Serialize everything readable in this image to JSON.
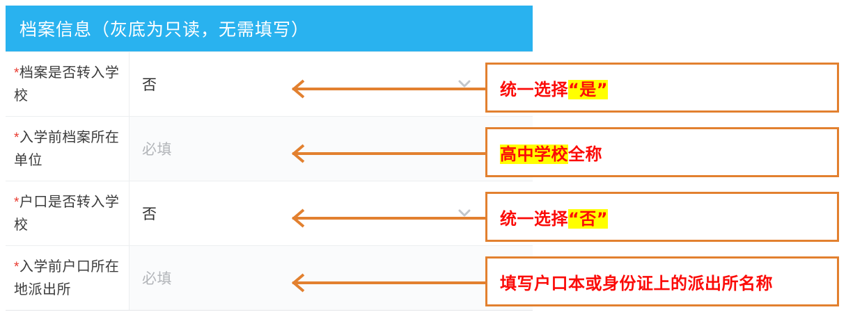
{
  "section": {
    "title": "档案信息（灰底为只读，无需填写）",
    "header_bg": "#29b2ef",
    "header_text_color": "#ffffff"
  },
  "form": {
    "required_marker": "*",
    "rows": [
      {
        "label": "档案是否转入学校",
        "value": "否",
        "is_placeholder": false,
        "control": "select",
        "has_chevron": true
      },
      {
        "label": "入学前档案所在单位",
        "value": "必填",
        "is_placeholder": true,
        "control": "text",
        "has_chevron": false
      },
      {
        "label": "户口是否转入学校",
        "value": "否",
        "is_placeholder": false,
        "control": "select",
        "has_chevron": true
      },
      {
        "label": "入学前户口所在地派出所",
        "value": "必填",
        "is_placeholder": true,
        "control": "text",
        "has_chevron": false
      }
    ]
  },
  "annotations": {
    "accent_color": "#e2802f",
    "text_color": "#fb0b08",
    "highlight_color": "#ffff00",
    "items": [
      {
        "plain_before": "统一选择",
        "highlighted": "“是”",
        "plain_after": ""
      },
      {
        "plain_before": "",
        "highlighted": "高中学校",
        "plain_after": "全称"
      },
      {
        "plain_before": "统一选择",
        "highlighted": "“否”",
        "plain_after": ""
      },
      {
        "plain_before": "填写户口本或身份证上的派出所名称",
        "highlighted": "",
        "plain_after": ""
      }
    ]
  }
}
